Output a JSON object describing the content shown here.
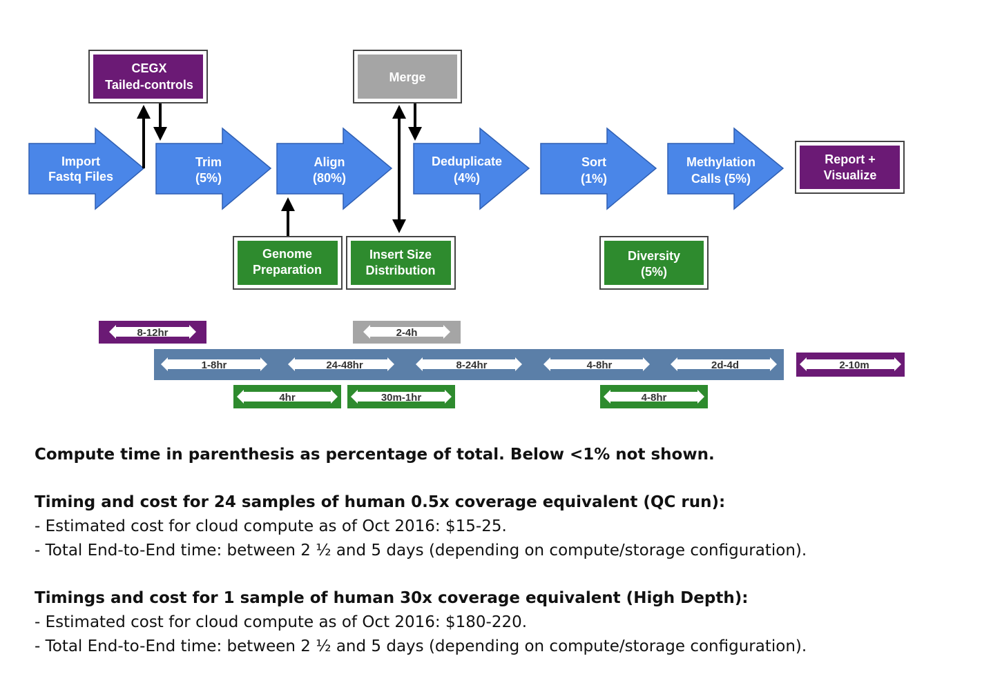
{
  "colors": {
    "blue": "#4a86e8",
    "purple": "#6b1a75",
    "green": "#2e8b2e",
    "gray": "#a5a5a5",
    "timeline_bar": "#5b7fa8"
  },
  "nodes": {
    "import": [
      "Import",
      "Fastq Files"
    ],
    "trim": [
      "Trim",
      "(5%)"
    ],
    "align": [
      "Align",
      "(80%)"
    ],
    "dedup": [
      "Deduplicate",
      "(4%)"
    ],
    "sort": [
      "Sort",
      "(1%)"
    ],
    "methylation": [
      "Methylation",
      "Calls (5%)"
    ],
    "report": [
      "Report +",
      "Visualize"
    ],
    "cegx": [
      "CEGX",
      "Tailed-controls"
    ],
    "merge": [
      "Merge"
    ],
    "genome": [
      "Genome",
      "Preparation"
    ],
    "insert": [
      "Insert Size",
      "Distribution"
    ],
    "diversity": [
      "Diversity",
      "(5%)"
    ]
  },
  "timings": {
    "cegx": "8-12hr",
    "merge": "2-4h",
    "trim": "1-8hr",
    "align": "24-48hr",
    "dedup": "8-24hr",
    "sort": "4-8hr",
    "methylation": "2d-4d",
    "report": "2-10m",
    "genome": "4hr",
    "insert": "30m-1hr",
    "diversity": "4-8hr"
  },
  "notes": {
    "line1": "Compute time in parenthesis as percentage of total. Below <1% not shown.",
    "qc_heading": "Timing and cost for 24 samples of human 0.5x coverage equivalent (QC run):",
    "qc_cost": "- Estimated cost for cloud compute as of Oct 2016: $15-25.",
    "qc_time": "- Total End-to-End time: between 2 ½ and 5 days (depending on compute/storage configuration).",
    "hd_heading": "Timings and cost for 1 sample of human 30x coverage equivalent (High Depth):",
    "hd_cost": "- Estimated cost for cloud compute as of Oct 2016: $180-220.",
    "hd_time": "- Total End-to-End time: between 2 ½ and 5 days (depending on compute/storage configuration)."
  }
}
